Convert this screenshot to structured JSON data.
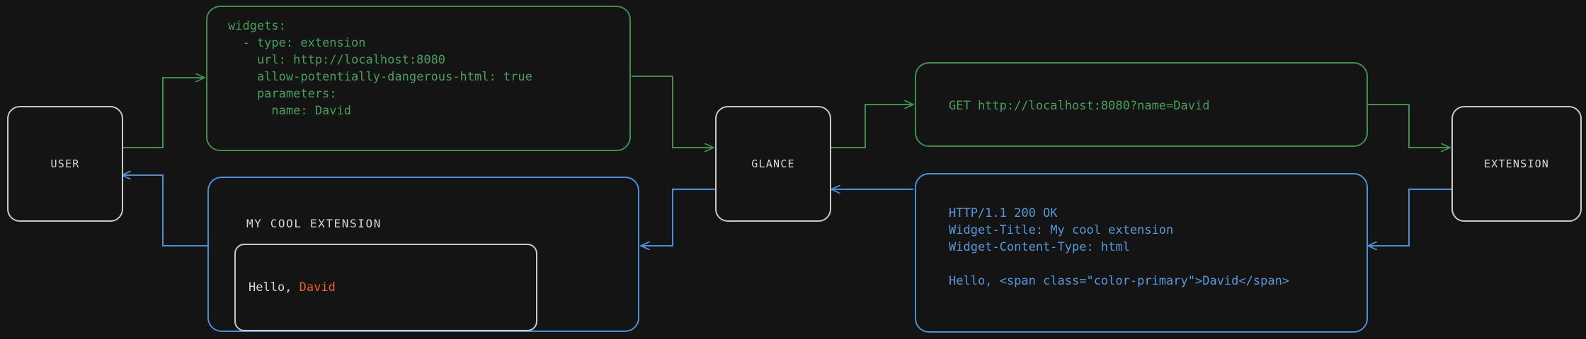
{
  "colors": {
    "background": "#141414",
    "node_border": "#c9c9c9",
    "node_text": "#d8d8d8",
    "request_green": "#3f8f4f",
    "request_green_text": "#46a05a",
    "response_blue": "#4a90d9",
    "response_blue_text": "#5599dd",
    "accent_orange": "#e8622a"
  },
  "nodes": {
    "user": "USER",
    "glance": "GLANCE",
    "extension": "EXTENSION"
  },
  "config_box": {
    "text": "widgets:\n  - type: extension\n    url: http://localhost:8080\n    allow-potentially-dangerous-html: true\n    parameters:\n      name: David"
  },
  "request_box": {
    "text": "GET http://localhost:8080?name=David"
  },
  "response_box": {
    "text": "HTTP/1.1 200 OK\nWidget-Title: My cool extension\nWidget-Content-Type: html\n\nHello, <span class=\"color-primary\">David</span>"
  },
  "widget_preview": {
    "title": "MY COOL EXTENSION",
    "greeting_prefix": "Hello, ",
    "greeting_name": "David"
  }
}
